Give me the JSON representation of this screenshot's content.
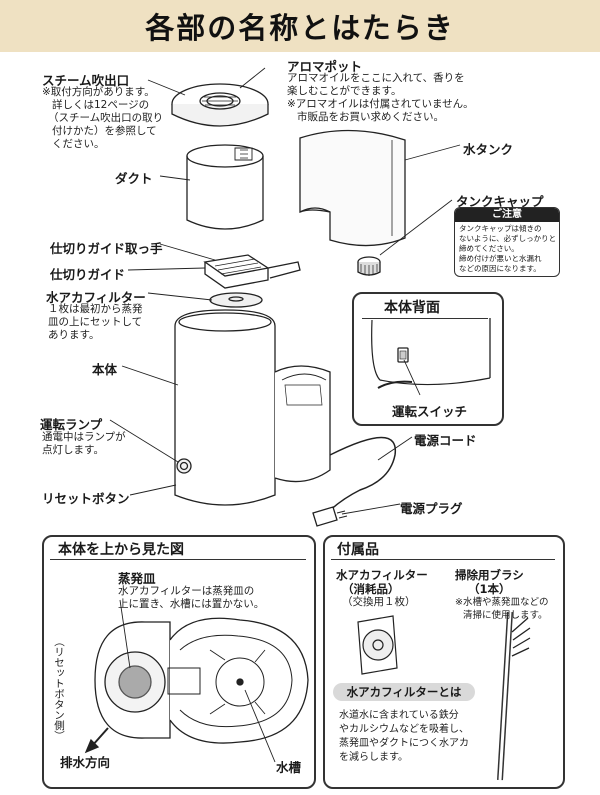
{
  "page_title": "各部の名称とはたらき",
  "parts": {
    "steam_outlet": {
      "label": "スチーム吹出口",
      "note": [
        "※取付方向があります。",
        "詳しくは12ページの",
        "（スチーム吹出口の取り",
        "付けかた）を参照して",
        "ください。"
      ]
    },
    "aroma_pot": {
      "label": "アロマポット",
      "note": [
        "アロマオイルをここに入れて、香りを",
        "楽しむことができます。",
        "※アロマオイルは付属されていません。",
        "市販品をお買い求めください。"
      ]
    },
    "water_tank": {
      "label": "水タンク"
    },
    "duct": {
      "label": "ダクト"
    },
    "tank_cap": {
      "label": "タンクキャップ"
    },
    "caution": {
      "title": "ご注意",
      "lines": [
        "タンクキャップは傾きの",
        "ないように、必ずしっかりと",
        "締めてください。",
        "締め付けが悪いと水漏れ",
        "などの原因になります。"
      ]
    },
    "divider_handle": {
      "label": "仕切りガイド取っ手"
    },
    "divider_guide": {
      "label": "仕切りガイド"
    },
    "water_filter": {
      "label": "水アカフィルター",
      "note": [
        "１枚は最初から蒸発",
        "皿の上にセットして",
        "あります。"
      ]
    },
    "body": {
      "label": "本体"
    },
    "run_lamp": {
      "label": "運転ランプ",
      "note": [
        "通電中はランプが",
        "点灯します。"
      ]
    },
    "reset_button": {
      "label": "リセットボタン"
    },
    "power_cord": {
      "label": "電源コード"
    },
    "power_plug": {
      "label": "電源プラグ"
    }
  },
  "back_panel": {
    "title": "本体背面",
    "switch_label": "運転スイッチ"
  },
  "top_view": {
    "title": "本体を上から見た図",
    "evap_dish": {
      "label": "蒸発皿",
      "note": [
        "水アカフィルターは蒸発皿の",
        "上に置き、水槽には置かない。"
      ]
    },
    "reset_side": "（リセットボタン側）",
    "drain_dir": "排水方向",
    "water_bath": "水槽"
  },
  "accessories": {
    "title": "付属品",
    "filter": {
      "label": "水アカフィルター",
      "label2": "（消耗品）",
      "qty": "（交換用１枚）"
    },
    "brush": {
      "label": "掃除用ブラシ",
      "qty": "（1本）",
      "note": [
        "※水槽や蒸発皿などの",
        "清掃に使用します。"
      ]
    },
    "what_is": {
      "title": "水アカフィルターとは",
      "lines": [
        "水道水に含まれている鉄分",
        "やカルシウムなどを吸着し、",
        "蒸発皿やダクトにつく水アカ",
        "を減らします。"
      ]
    }
  },
  "colors": {
    "banner": "#efe1c2",
    "caution_header": "#222222",
    "pill": "#d9d9d9"
  }
}
